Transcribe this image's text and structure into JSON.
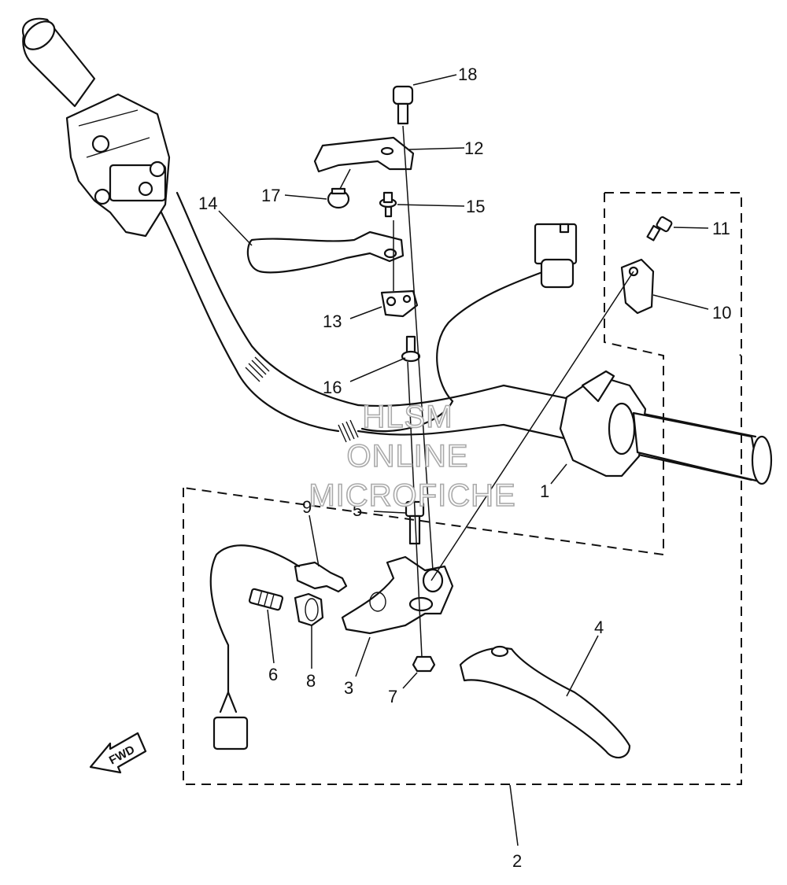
{
  "callouts": [
    "1",
    "2",
    "3",
    "4",
    "5",
    "6",
    "7",
    "8",
    "9",
    "10",
    "11",
    "12",
    "13",
    "14",
    "15",
    "16",
    "17",
    "18"
  ],
  "watermark": {
    "line1": "HLSM",
    "line2": "ONLINE",
    "line3": "MICROFICHE"
  },
  "direction_label": "FWD"
}
